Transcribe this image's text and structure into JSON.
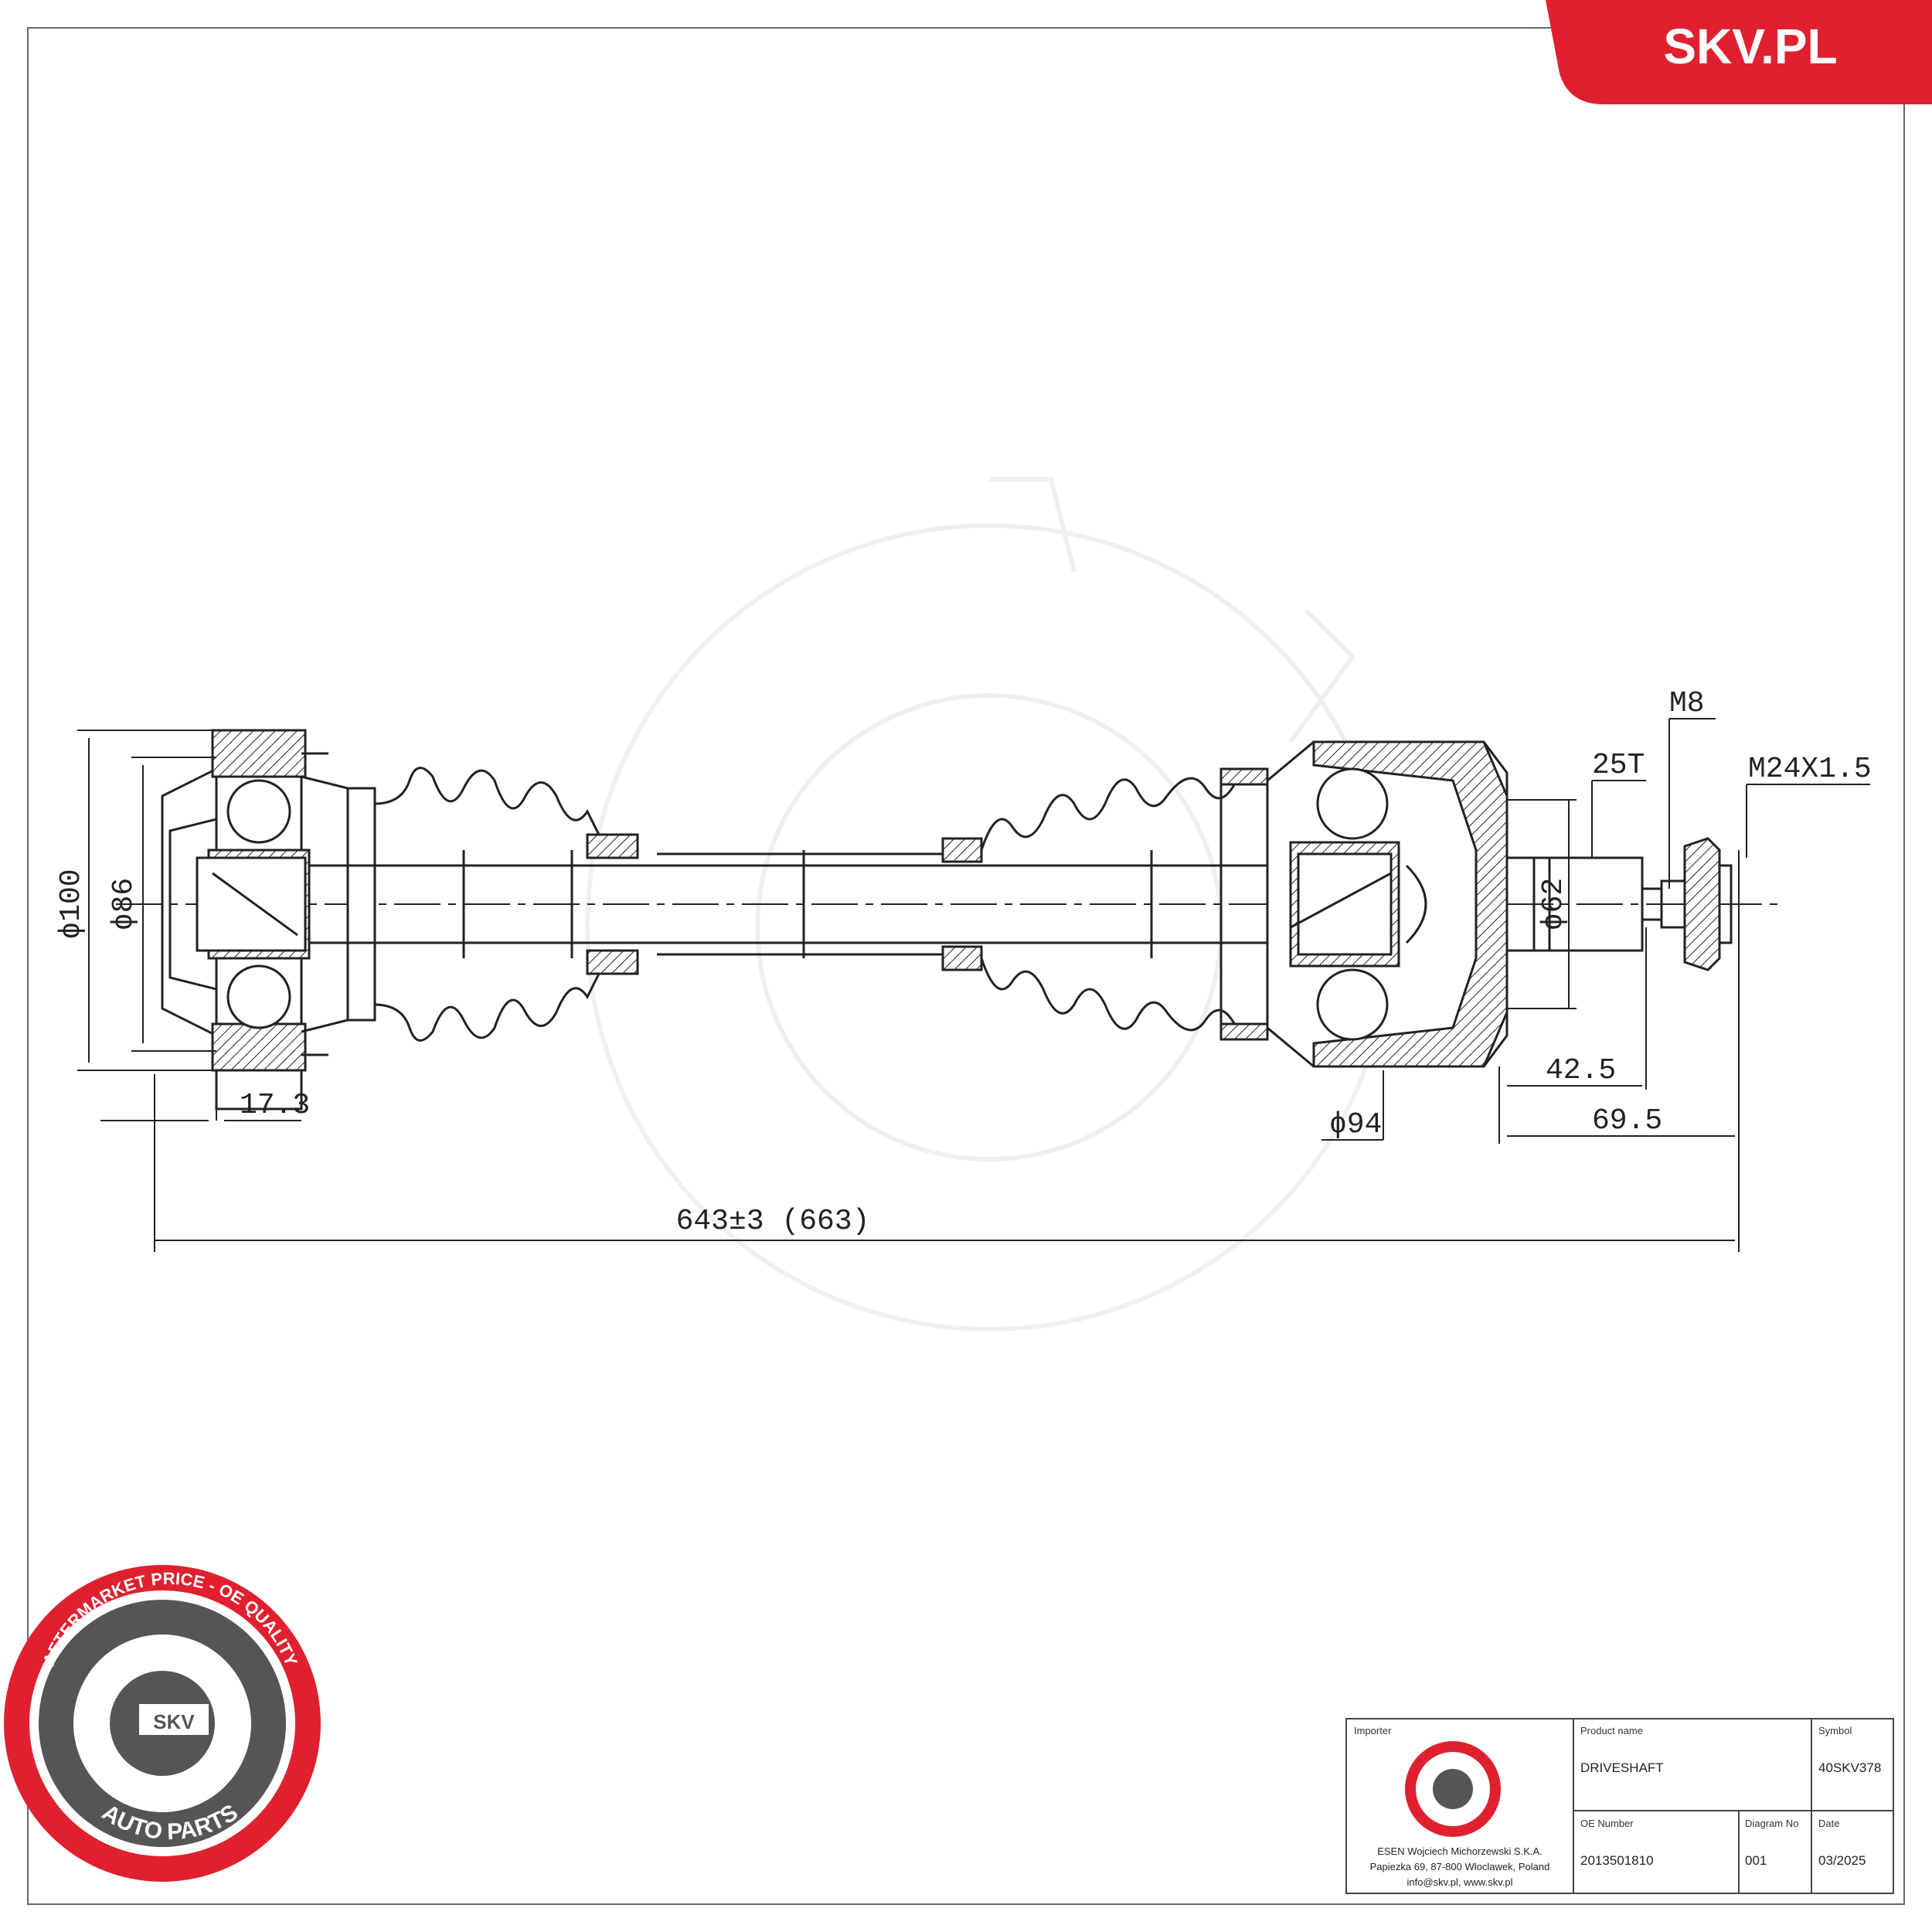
{
  "brand": {
    "site": "SKV.PL",
    "accent": "#e0202f"
  },
  "dimensions": {
    "d100": "ϕ100",
    "d86": "ϕ86",
    "len17": "17.3",
    "d94": "ϕ94",
    "d62": "ϕ62",
    "spline": "25T",
    "bolt": "M8",
    "thread": "M24X1.5",
    "len42": "42.5",
    "len69": "69.5",
    "total": "643±3 (663)"
  },
  "seal": {
    "top_text": "AFTERMARKET PRICE - OE QUALITY",
    "bottom_text": "AUTO PARTS",
    "center": "SKV"
  },
  "title_block": {
    "importer_label": "Importer",
    "importer_lines": [
      "ESEN Wojciech Michorzewski S.K.A.",
      "Papiezka 69, 87-800 Wloclawek, Poland",
      "info@skv.pl, www.skv.pl"
    ],
    "product_label": "Product name",
    "product_value": "DRIVESHAFT",
    "symbol_label": "Symbol",
    "symbol_value": "40SKV378",
    "oe_label": "OE Number",
    "oe_value": "2013501810",
    "diagram_label": "Diagram No",
    "diagram_value": "001",
    "date_label": "Date",
    "date_value": "03/2025"
  }
}
